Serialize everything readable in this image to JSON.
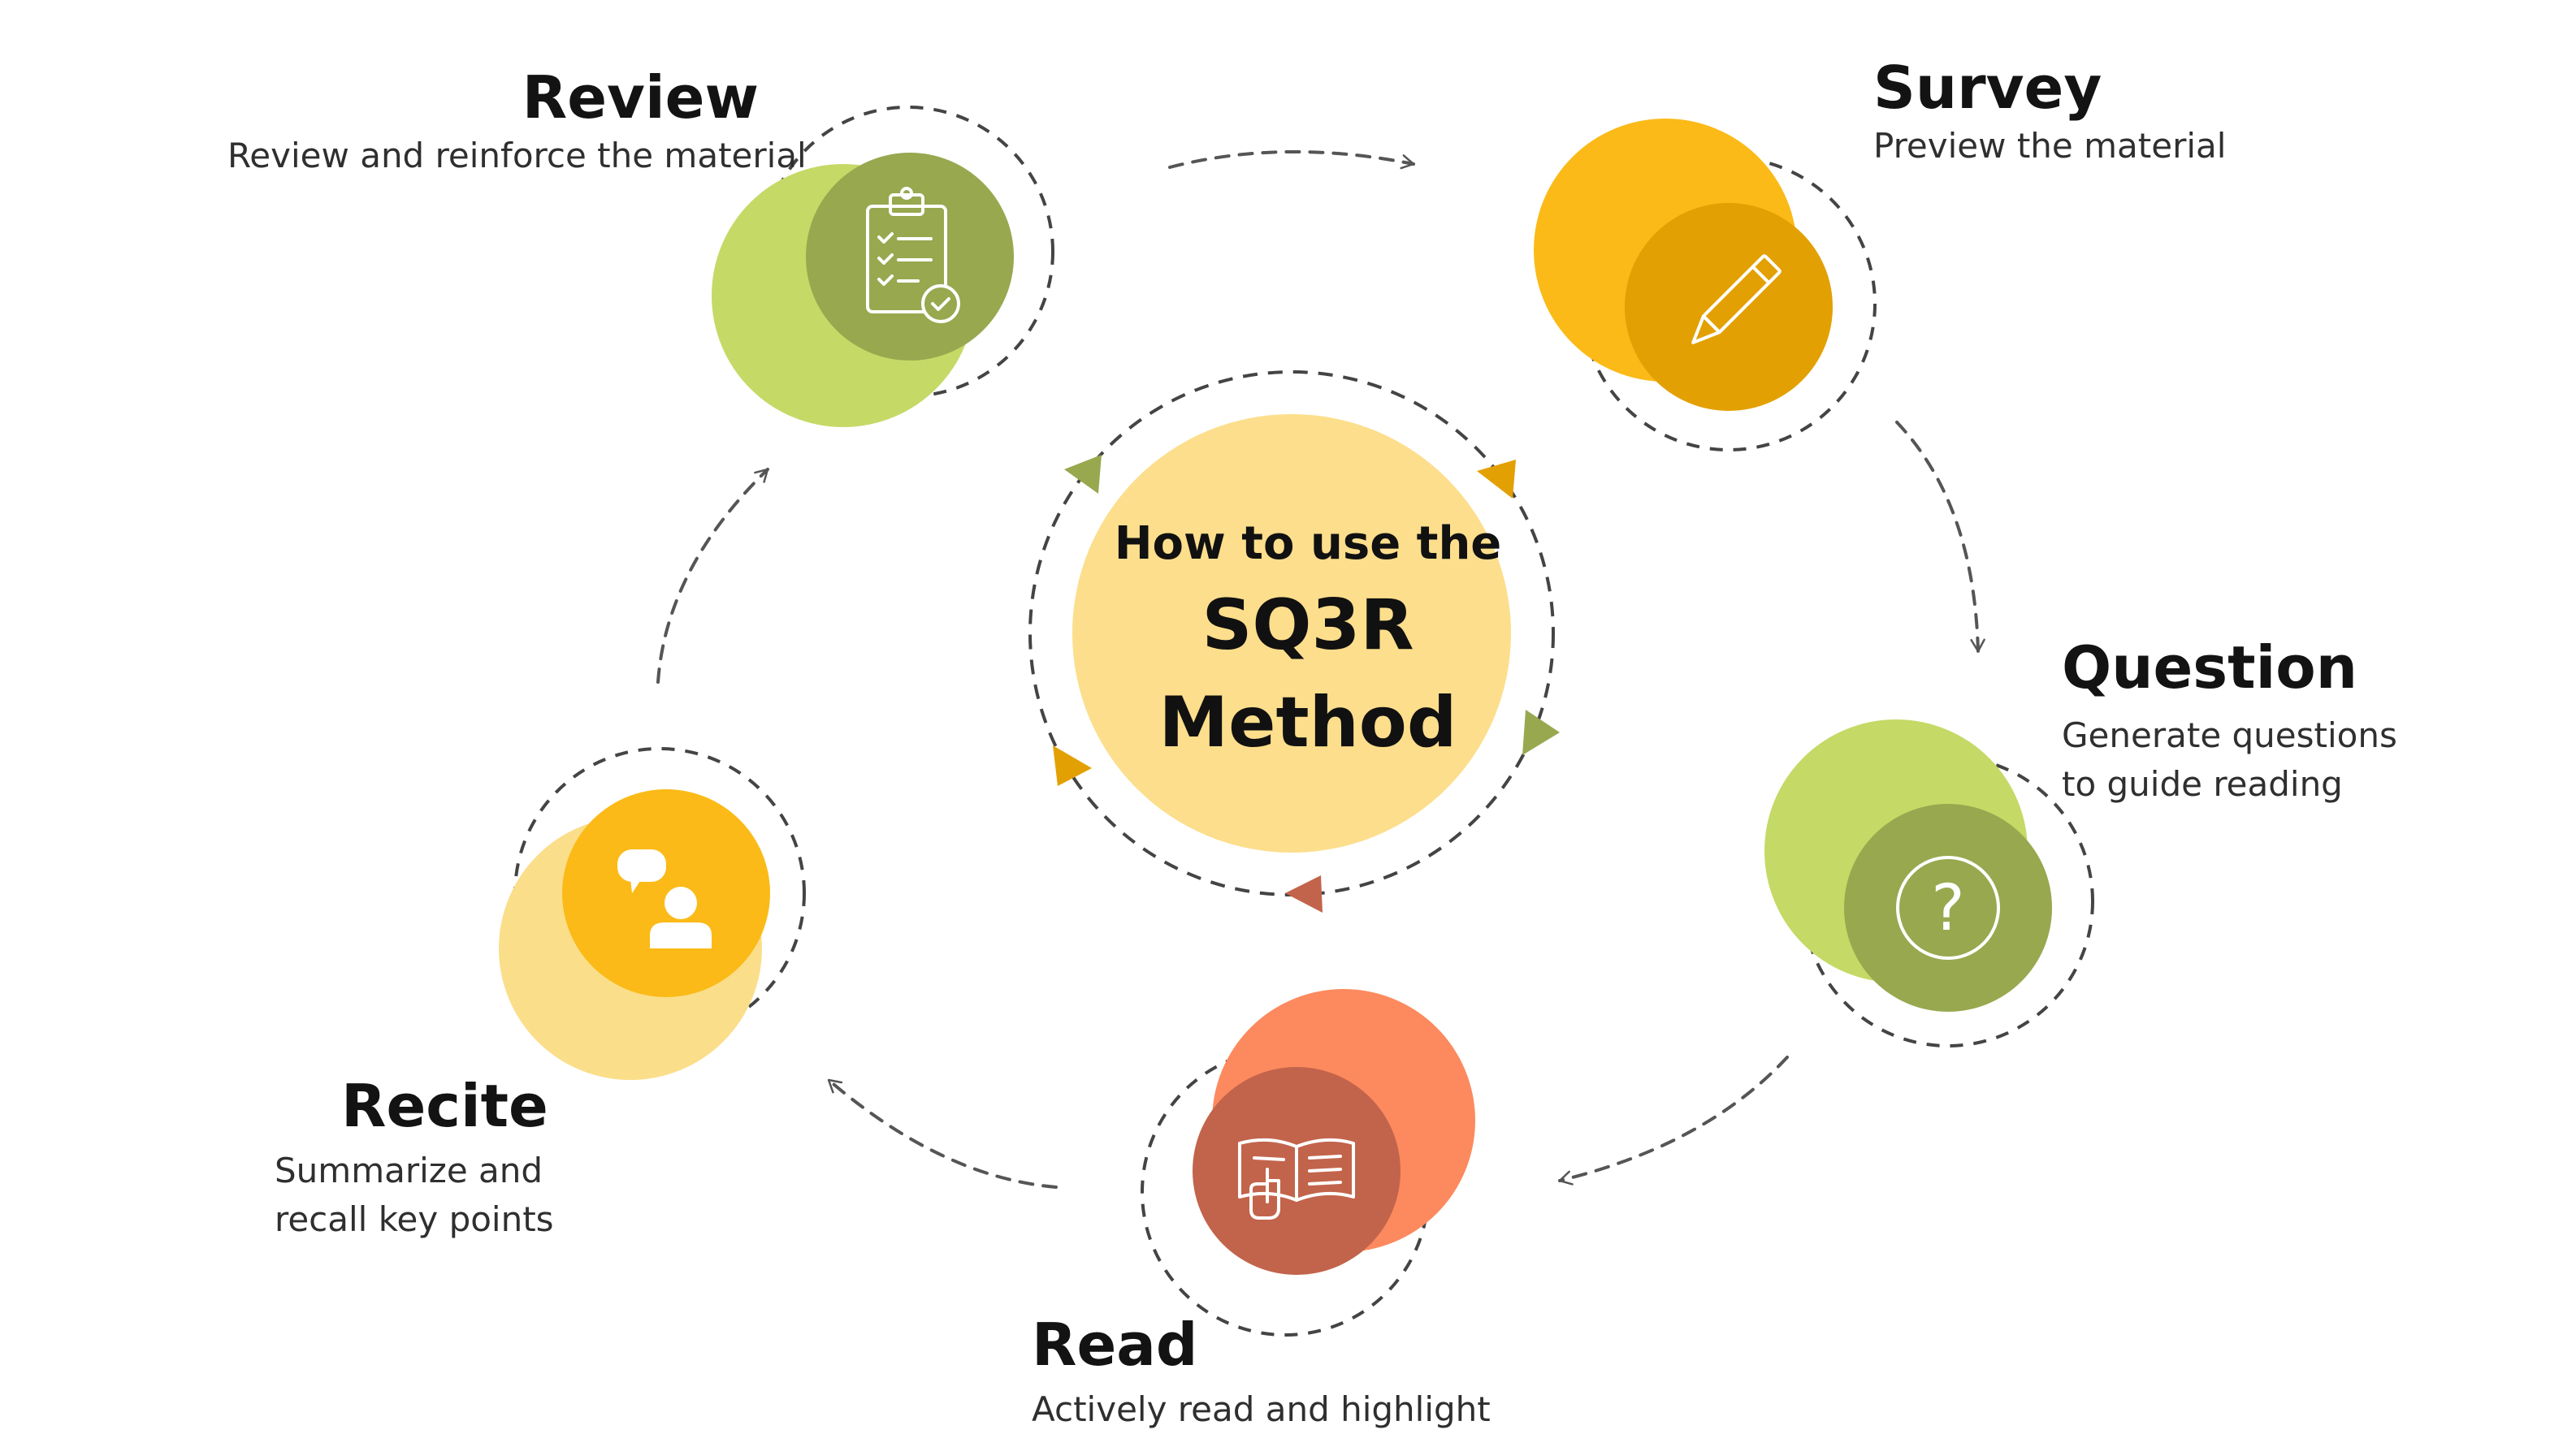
{
  "center": {
    "line1": "How to use the",
    "line2": "SQ3R",
    "line3": "Method"
  },
  "stages": {
    "survey": {
      "title": "Survey",
      "description": "Preview the material",
      "icon": "pencil-icon",
      "colors": {
        "outer": "#FBBA17",
        "inner": "#E3A003"
      }
    },
    "question": {
      "title": "Question",
      "description_line1": "Generate questions",
      "description_line2": "to guide reading",
      "icon": "question-mark-icon",
      "colors": {
        "outer": "#C5D966",
        "inner": "#97A84F"
      }
    },
    "read": {
      "title": "Read",
      "description": "Actively read and highlight",
      "icon": "open-book-icon",
      "colors": {
        "outer": "#FC8A5E",
        "inner": "#C2644B"
      }
    },
    "recite": {
      "title": "Recite",
      "description_line1": "Summarize and",
      "description_line2": "recall key points",
      "icon": "speech-bubble-person-icon",
      "colors": {
        "outer": "#FBDE8A",
        "inner": "#FBBA17"
      }
    },
    "review": {
      "title": "Review",
      "description": "Review and reinforce the material",
      "icon": "clipboard-checklist-icon",
      "colors": {
        "outer": "#C5D966",
        "inner": "#97A84F"
      }
    }
  },
  "center_colors": {
    "fill": "#FCDE8C",
    "arrow_top_left": "#97A84F",
    "arrow_top_right": "#E3A003",
    "arrow_right": "#97A84F",
    "arrow_bottom": "#C2644B",
    "arrow_left": "#E3A003"
  }
}
